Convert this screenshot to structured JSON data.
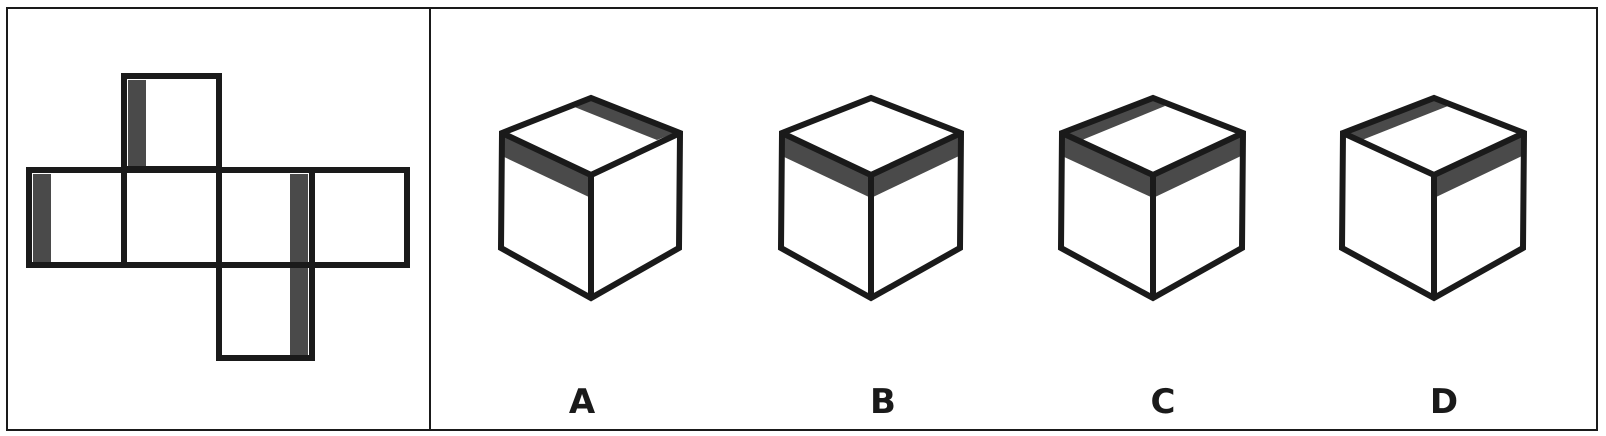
{
  "options": [
    {
      "id": "A",
      "label": "A"
    },
    {
      "id": "B",
      "label": "B"
    },
    {
      "id": "C",
      "label": "C"
    },
    {
      "id": "D",
      "label": "D"
    }
  ],
  "colors": {
    "stroke": "#1a1a1a",
    "shade": "#4a4a4a",
    "background": "#ffffff"
  }
}
